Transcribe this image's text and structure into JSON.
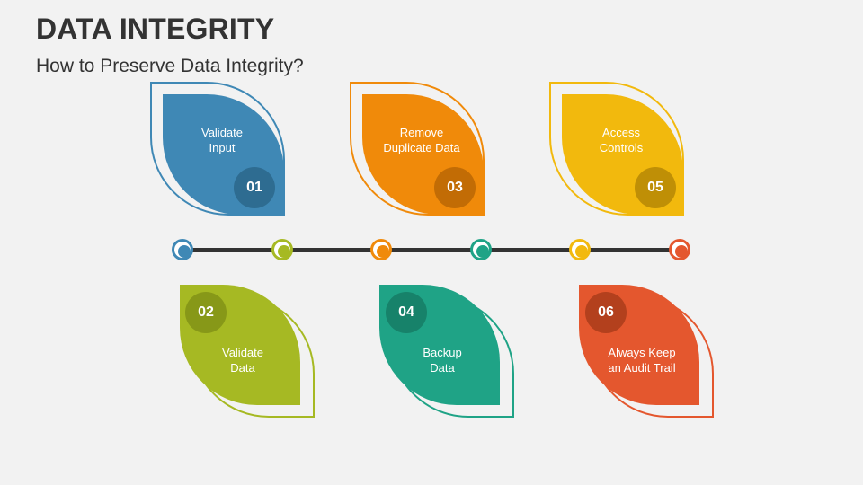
{
  "title": "DATA INTEGRITY",
  "subtitle": "How to Preserve Data Integrity?",
  "steps": [
    {
      "num": "01",
      "line1": "Validate",
      "line2": "Input",
      "color": "#3f88b5",
      "badge": "#2e6c91",
      "icon": "leaf-card"
    },
    {
      "num": "02",
      "line1": "Validate",
      "line2": "Data",
      "color": "#a6b923",
      "badge": "#879818",
      "icon": "leaf-card"
    },
    {
      "num": "03",
      "line1": "Remove",
      "line2": "Duplicate Data",
      "color": "#f08a0a",
      "badge": "#c26c05",
      "icon": "leaf-card"
    },
    {
      "num": "04",
      "line1": "Backup",
      "line2": "Data",
      "color": "#1fa386",
      "badge": "#17826a",
      "icon": "leaf-card"
    },
    {
      "num": "05",
      "line1": "Access",
      "line2": "Controls",
      "color": "#f2b90d",
      "badge": "#bf8f06",
      "icon": "leaf-card"
    },
    {
      "num": "06",
      "line1": "Always Keep",
      "line2": "an Audit Trail",
      "color": "#e4572e",
      "badge": "#b3401d",
      "icon": "leaf-card"
    }
  ],
  "timeline_colors": [
    "#3f88b5",
    "#a6b923",
    "#f08a0a",
    "#1fa386",
    "#f2b90d",
    "#e4572e"
  ]
}
